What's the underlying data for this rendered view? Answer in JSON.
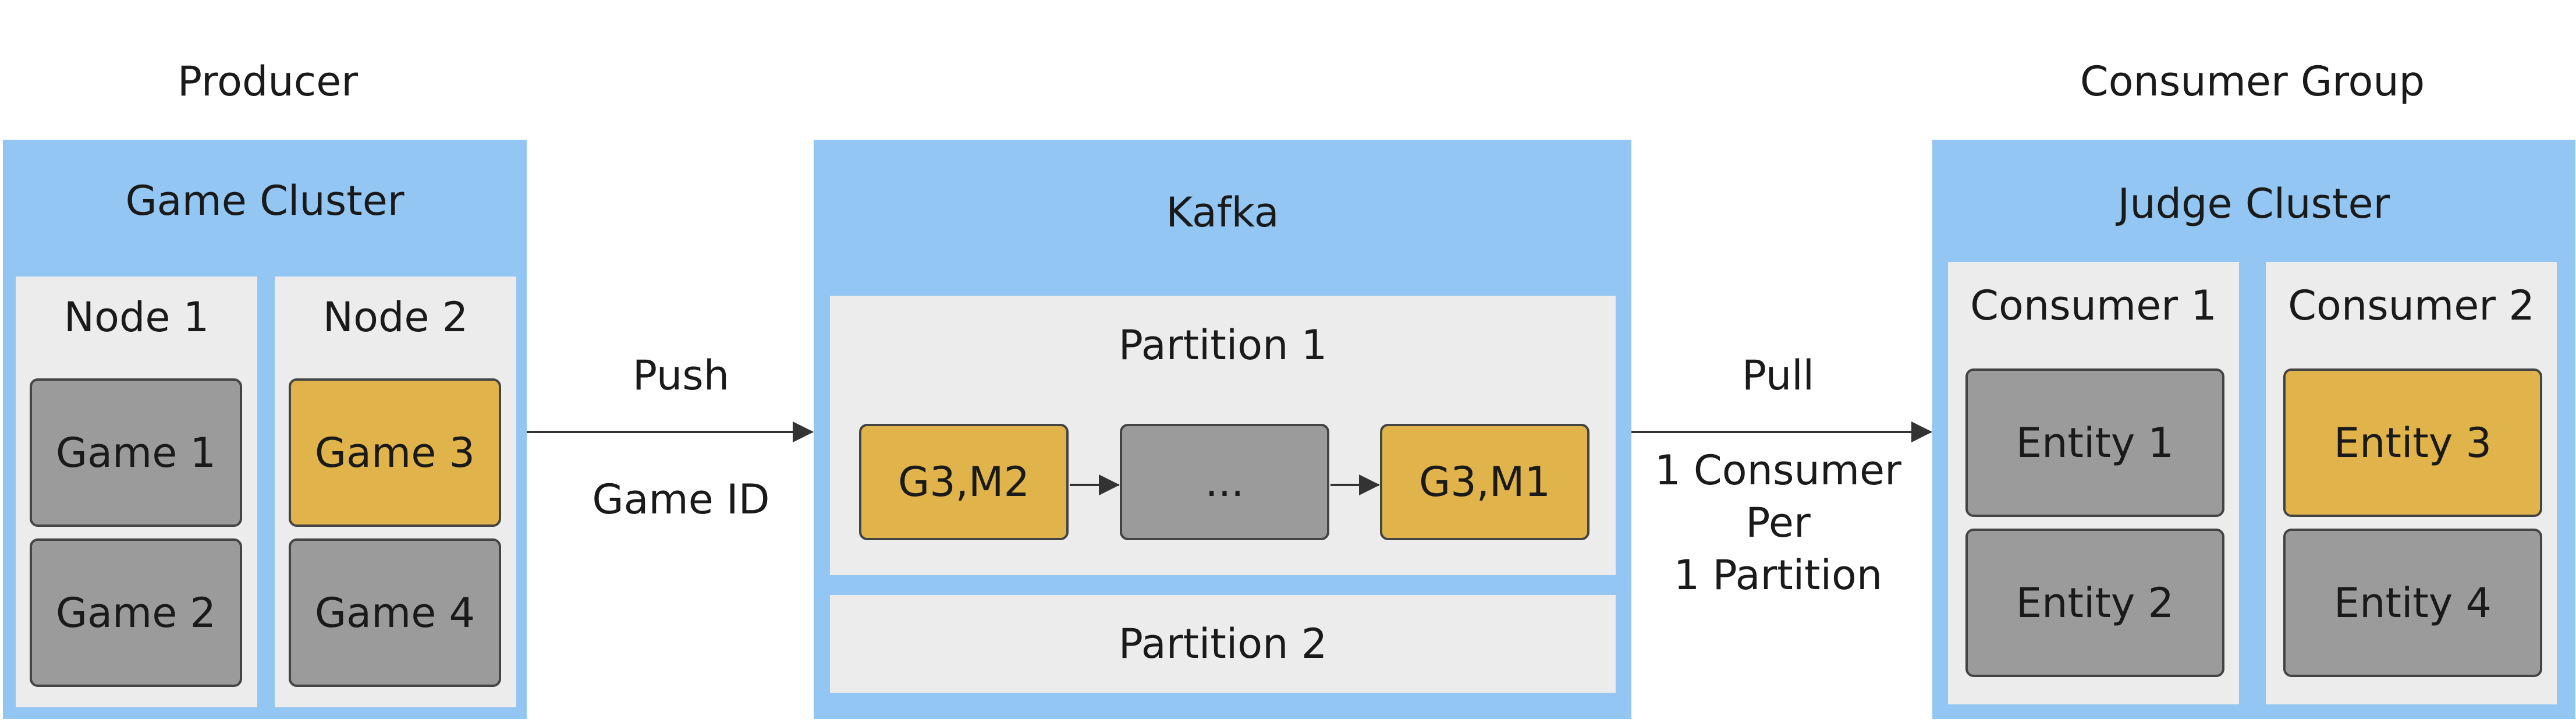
{
  "colors": {
    "panel": "#93c6f2",
    "inner": "#ececec",
    "grey_box": "#9b9b9b",
    "highlight_box": "#e0b44a",
    "line": "#333333"
  },
  "producer": {
    "heading": "Producer",
    "cluster_title": "Game Cluster",
    "nodes": [
      {
        "title": "Node 1",
        "games": [
          {
            "label": "Game 1",
            "highlighted": false
          },
          {
            "label": "Game 2",
            "highlighted": false
          }
        ]
      },
      {
        "title": "Node 2",
        "games": [
          {
            "label": "Game 3",
            "highlighted": true
          },
          {
            "label": "Game 4",
            "highlighted": false
          }
        ]
      }
    ]
  },
  "push_link": {
    "label": "Push",
    "sublabel": "Game ID"
  },
  "kafka": {
    "title": "Kafka",
    "partitions": [
      {
        "title": "Partition 1",
        "messages": [
          {
            "label": "G3,M2",
            "highlighted": true
          },
          {
            "label": "...",
            "highlighted": false
          },
          {
            "label": "G3,M1",
            "highlighted": true
          }
        ]
      },
      {
        "title": "Partition 2",
        "messages": []
      }
    ]
  },
  "pull_link": {
    "label": "Pull",
    "sublabel_lines": [
      "1 Consumer",
      "Per",
      "1 Partition"
    ]
  },
  "consumer": {
    "heading": "Consumer Group",
    "cluster_title": "Judge Cluster",
    "consumers": [
      {
        "title": "Consumer 1",
        "entities": [
          {
            "label": "Entity 1",
            "highlighted": false
          },
          {
            "label": "Entity 2",
            "highlighted": false
          }
        ]
      },
      {
        "title": "Consumer 2",
        "entities": [
          {
            "label": "Entity 3",
            "highlighted": true
          },
          {
            "label": "Entity 4",
            "highlighted": false
          }
        ]
      }
    ]
  }
}
